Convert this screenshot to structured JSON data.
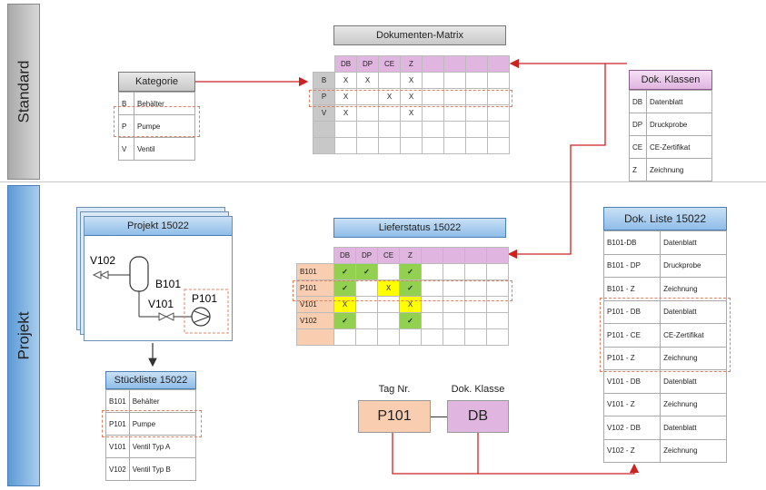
{
  "bands": {
    "standard": "Standard",
    "projekt": "Projekt"
  },
  "kategorie": {
    "title": "Kategorie",
    "rows": [
      {
        "code": "B",
        "name": "Behälter"
      },
      {
        "code": "P",
        "name": "Pumpe"
      },
      {
        "code": "V",
        "name": "Ventil"
      }
    ]
  },
  "matrix": {
    "title": "Dokumenten-Matrix",
    "cols": [
      "DB",
      "DP",
      "CE",
      "Z",
      "",
      "",
      "",
      ""
    ],
    "rows": [
      {
        "h": "B",
        "c": [
          "X",
          "X",
          "",
          "X",
          "",
          "",
          "",
          ""
        ]
      },
      {
        "h": "P",
        "c": [
          "X",
          "",
          "X",
          "X",
          "",
          "",
          "",
          ""
        ]
      },
      {
        "h": "V",
        "c": [
          "X",
          "",
          "",
          "X",
          "",
          "",
          "",
          ""
        ]
      },
      {
        "h": "",
        "c": [
          "",
          "",
          "",
          "",
          "",
          "",
          "",
          ""
        ]
      },
      {
        "h": "",
        "c": [
          "",
          "",
          "",
          "",
          "",
          "",
          "",
          ""
        ]
      }
    ]
  },
  "klassen": {
    "title": "Dok. Klassen",
    "rows": [
      {
        "code": "DB",
        "name": "Datenblatt"
      },
      {
        "code": "DP",
        "name": "Druckprobe"
      },
      {
        "code": "CE",
        "name": "CE-Zertifikat"
      },
      {
        "code": "Z",
        "name": "Zeichnung"
      }
    ]
  },
  "projekt": {
    "title": "Projekt 15022",
    "labels": {
      "v102": "V102",
      "b101": "B101",
      "v101": "V101",
      "p101": "P101"
    }
  },
  "stueckliste": {
    "title": "Stückliste 15022",
    "rows": [
      {
        "code": "B101",
        "name": "Behälter"
      },
      {
        "code": "P101",
        "name": "Pumpe"
      },
      {
        "code": "V101",
        "name": "Ventil Typ A"
      },
      {
        "code": "V102",
        "name": "Ventil Typ B"
      }
    ]
  },
  "lieferstatus": {
    "title": "Lieferstatus 15022",
    "cols": [
      "DB",
      "DP",
      "CE",
      "Z",
      "",
      "",
      "",
      ""
    ],
    "rows": [
      {
        "h": "B101",
        "c": [
          "✓",
          "✓",
          "",
          "✓",
          "",
          "",
          "",
          ""
        ],
        "s": [
          "g",
          "g",
          "",
          "g",
          "",
          "",
          "",
          ""
        ]
      },
      {
        "h": "P101",
        "c": [
          "✓",
          "",
          "X",
          "✓",
          "",
          "",
          "",
          ""
        ],
        "s": [
          "g",
          "",
          "y",
          "g",
          "",
          "",
          "",
          ""
        ]
      },
      {
        "h": "V101",
        "c": [
          "X",
          "",
          "",
          "X",
          "",
          "",
          "",
          ""
        ],
        "s": [
          "y",
          "",
          "",
          "y",
          "",
          "",
          "",
          ""
        ]
      },
      {
        "h": "V102",
        "c": [
          "✓",
          "",
          "",
          "✓",
          "",
          "",
          "",
          ""
        ],
        "s": [
          "g",
          "",
          "",
          "g",
          "",
          "",
          "",
          ""
        ]
      },
      {
        "h": "",
        "c": [
          "",
          "",
          "",
          "",
          "",
          "",
          "",
          ""
        ],
        "s": [
          "",
          "",
          "",
          "",
          "",
          "",
          "",
          ""
        ]
      }
    ]
  },
  "tag": {
    "tag_label": "Tag Nr.",
    "tag_value": "P101",
    "klasse_label": "Dok. Klasse",
    "klasse_value": "DB"
  },
  "dokliste": {
    "title": "Dok. Liste 15022",
    "rows": [
      {
        "code": "B101-DB",
        "name": "Datenblatt"
      },
      {
        "code": "B101 - DP",
        "name": "Druckprobe"
      },
      {
        "code": "B101 - Z",
        "name": "Zeichnung"
      },
      {
        "code": "P101 - DB",
        "name": "Datenblatt"
      },
      {
        "code": "P101 - CE",
        "name": "CE-Zertifikat"
      },
      {
        "code": "P101 - Z",
        "name": "Zeichnung"
      },
      {
        "code": "V101 - DB",
        "name": "Datenblatt"
      },
      {
        "code": "V101 - Z",
        "name": "Zeichnung"
      },
      {
        "code": "V102 - DB",
        "name": "Datenblatt"
      },
      {
        "code": "V102 - Z",
        "name": "Zeichnung"
      }
    ]
  },
  "colors": {
    "arrow": "#cc2222",
    "green": "#92d050",
    "yellow": "#ffff00",
    "pink": "#e0b5e0",
    "orange": "#f8cdb0"
  }
}
